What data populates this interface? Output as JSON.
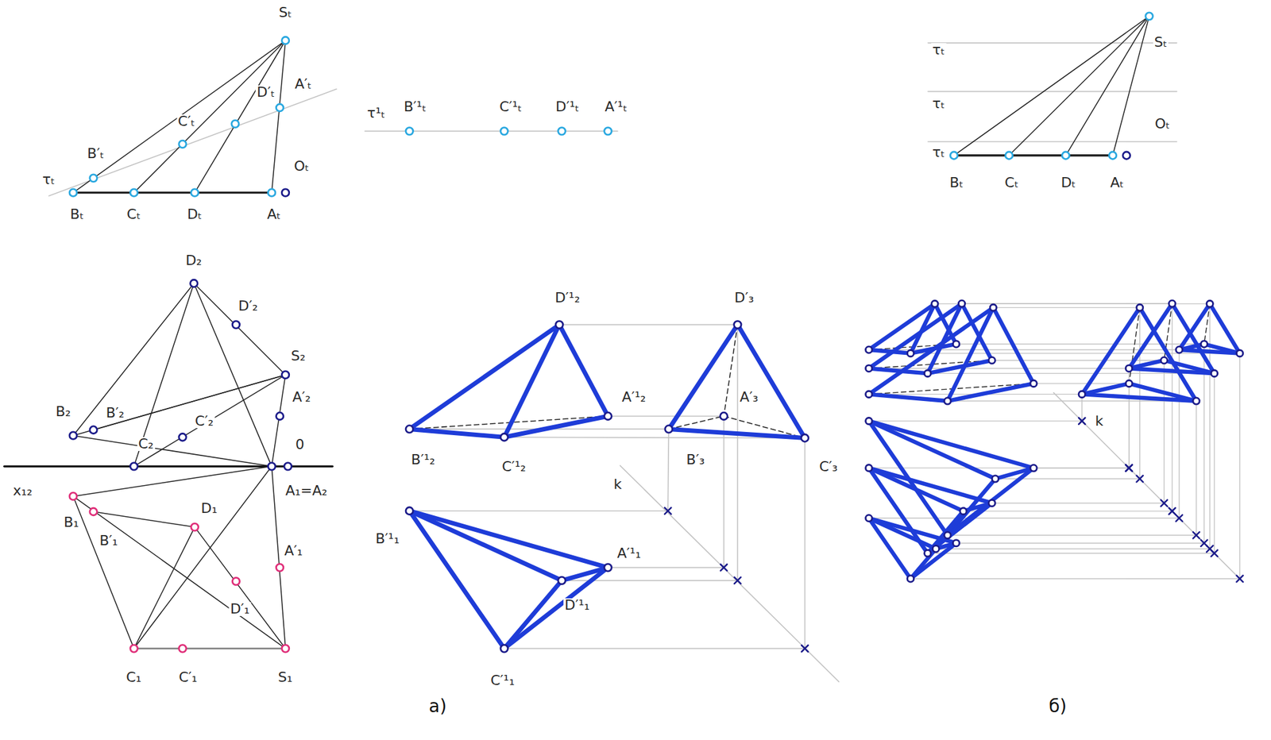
{
  "diagram": {
    "labels": [
      "Sₜ",
      "A′ₜ",
      "D′ₜ",
      "C′ₜ",
      "B′ₜ",
      "τₜ",
      "Oₜ",
      "Bₜ",
      "Cₜ",
      "Dₜ",
      "Aₜ",
      "τ¹ₜ",
      "B′¹ₜ",
      "C′¹ₜ",
      "D′¹ₜ",
      "A′¹ₜ",
      "D₂",
      "D′₂",
      "S₂",
      "B₂",
      "B′₂",
      "C′₂",
      "C₂",
      "A′₂",
      "0",
      "x₁₂",
      "A₁=A₂",
      "B₁",
      "B′₁",
      "D₁",
      "A′₁",
      "D′₁",
      "C₁",
      "C′₁",
      "S₁",
      "D′¹₂",
      "A′¹₂",
      "B′¹₂",
      "C′¹₂",
      "D′₃",
      "A′₃",
      "B′₃",
      "C′₃",
      "k",
      "B′¹₁",
      "A′¹₁",
      "D′¹₁",
      "C′¹₁",
      "а)",
      "б)",
      "τₜ",
      "τₜ",
      "τₜ",
      "Sₜ",
      "Oₜ",
      "Bₜ",
      "Cₜ",
      "Dₜ",
      "Aₜ",
      "k"
    ]
  }
}
